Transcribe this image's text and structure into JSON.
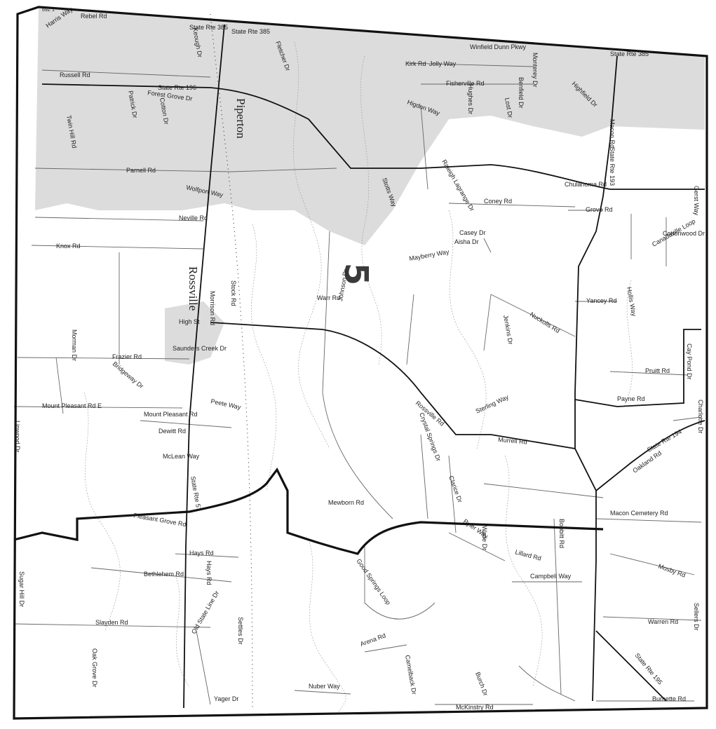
{
  "map": {
    "corner_label": "69Z 1",
    "district_number": "5",
    "towns": [
      "Piperton",
      "Rossville"
    ],
    "road_labels": [
      "Rebel Rd",
      "State Rte 385",
      "State Rte 385",
      "Winfield Dunn Pkwy",
      "State Rte 385",
      "Kirk Rd",
      "Jolly Way",
      "Fisherville Rd",
      "Higdon Way",
      "Russell Rd",
      "Forest Grove Dr",
      "State Rte 196",
      "Parnell Rd",
      "Wolfport Way",
      "Neville Rd",
      "Knox Rd",
      "Chulahoma Rd",
      "Coney Rd",
      "Grove Rd",
      "Casey Dr",
      "Cottonwood Dr",
      "Warr Rd",
      "Johnson Dr",
      "Yancey Rd",
      "Nuckolls Rd",
      "Frazier Rd",
      "Saunders Creek Dr",
      "High St",
      "Mount Pleasant Rd E",
      "Mount Pleasant Rd",
      "Peete Way",
      "Dewitt Rd",
      "McLean Way",
      "Rossville Rd",
      "Crystal Springs Dr",
      "Murrell Rd",
      "Payne Rd",
      "Pruitt Rd",
      "Mewborn Rd",
      "Pleasant Grove Rd",
      "Hays Rd",
      "Bethlehem Rd",
      "Good Springs Loop",
      "Macon Cemetery Rd",
      "Mosby Rd",
      "Campbell Way",
      "Warren Rd",
      "Slayden Rd",
      "Old State Line Dr",
      "Arena Rd",
      "Nuber Way",
      "McKinstry Rd",
      "Burnette Rd",
      "Yager Dr",
      "Oak Grove Dr",
      "Sugar Hill Dr",
      "Linwood Dr",
      "Morman Dr",
      "Macon Rd",
      "State Rte 193",
      "State Rte 57",
      "Patrick Dr",
      "Cotton Dr",
      "Twin Hill Rd",
      "Keough Dr",
      "Fletcher Dr",
      "Harris Way",
      "Lost Dr",
      "Aisha Dr",
      "Raleigh Lagrange Dr",
      "Stotts Way",
      "Canadaville Loop",
      "Hollis Way",
      "Clarice Dr",
      "Pyler Way",
      "Lillard Rd",
      "Bobbitt Rd",
      "Sellers Dr",
      "Cay Pond Dr",
      "Charlotte Dr",
      "Jenkins Dr",
      "Sterling Way",
      "Wade Dr",
      "Mayberry Way",
      "State Rte 195",
      "Camelback Dr",
      "Burch Dr",
      "Settles Dr",
      "Morrison Rd",
      "Stock Rd",
      "Oakland Rd",
      "State Rte 194",
      "Gerst Way",
      "Monterey Dr",
      "Benfield Dr",
      "Hughes Dr",
      "Highfield Dr",
      "Hays Rd",
      "Bridgeway Dr"
    ]
  }
}
